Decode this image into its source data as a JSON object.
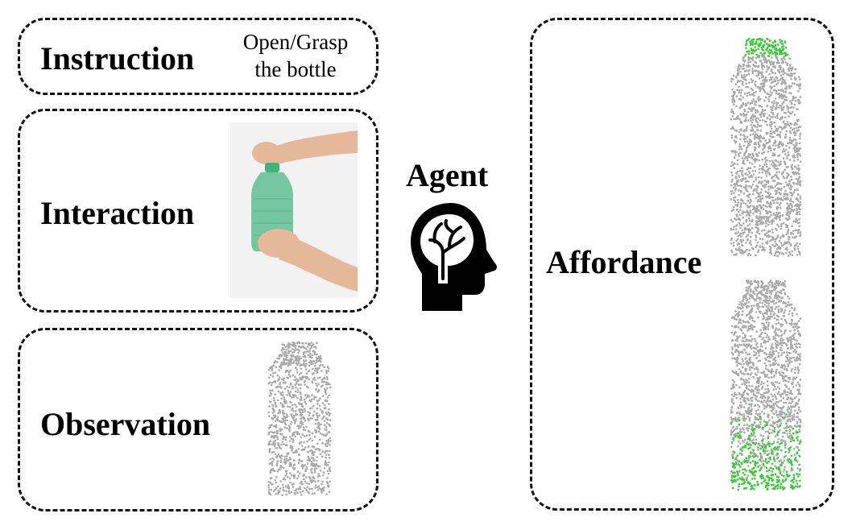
{
  "instruction": {
    "label": "Instruction",
    "text_line1": "Open/Grasp",
    "text_line2": "the bottle"
  },
  "interaction": {
    "label": "Interaction"
  },
  "observation": {
    "label": "Observation"
  },
  "agent": {
    "label": "Agent",
    "icon": "brain-head-icon"
  },
  "affordance": {
    "label": "Affordance"
  },
  "colors": {
    "point_cloud": "#a8a8a8",
    "affordance_highlight": "#2ecc2e",
    "bottle_green": "#5fbf93",
    "skin": "#e6b89a"
  }
}
